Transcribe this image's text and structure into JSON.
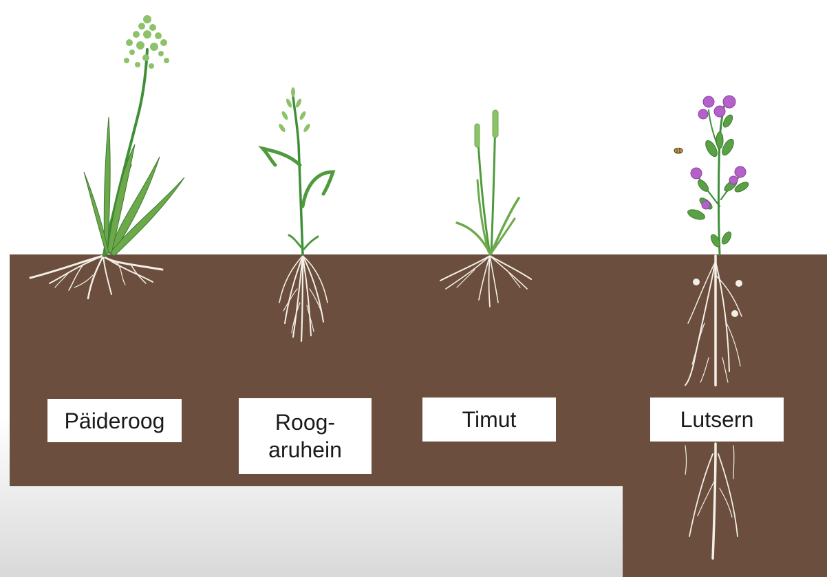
{
  "colors": {
    "soil": "#6b4e3d",
    "root": "#f4efe6",
    "stem": "#3f8f3a",
    "leaf": "#6ba94a",
    "flower": "#b461c9",
    "seedhead": "#8cc26a"
  },
  "plants": [
    {
      "label": "Päideroog",
      "icon": "reed-canary-grass-icon",
      "root_type": "spreading-rhizome"
    },
    {
      "label_line1": "Roog-",
      "label_line2": "aruhein",
      "icon": "festulolium-grass-icon",
      "root_type": "fibrous"
    },
    {
      "label": "Timut",
      "icon": "timothy-grass-icon",
      "root_type": "shallow-fibrous"
    },
    {
      "label": "Lutsern",
      "icon": "alfalfa-icon",
      "root_type": "deep-taproot"
    }
  ]
}
